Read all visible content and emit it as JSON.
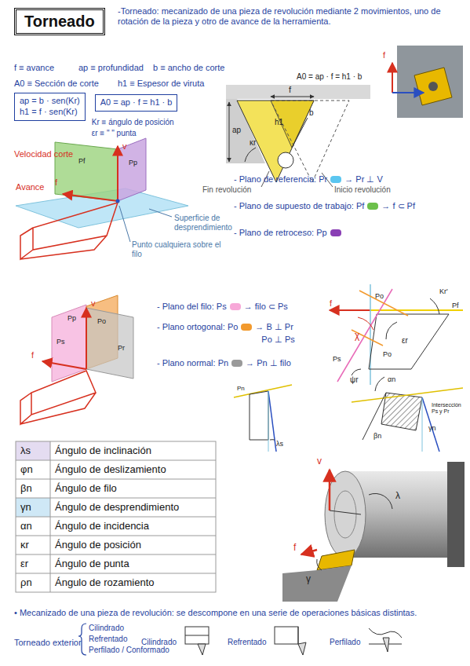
{
  "diagram": {
    "nodes": [
      {
        "text": [
          "Torneado"
        ]
      },
      {
        "text": [
          "ap = b · sen(Kr)",
          "h1 = f · sen(Kr)"
        ]
      },
      {
        "text": [
          "A0 = ap · f = h1 · b"
        ]
      }
    ],
    "labels": [
      "-Torneado: mecanizado de una pieza de revolución mediante 2 movimientos, uno de rotación de la pieza y otro de avance de la herramienta.",
      "f ≡ avance",
      "ap ≡ profundidad",
      "b ≡ ancho de corte",
      "A0 ≡ Sección de corte",
      "h1 ≡ Espesor de viruta",
      "Kr ≡ ángulo de posición",
      "εr ≡ \" \" punta",
      "A0 = ap · f = h1 · b",
      "f",
      "h1",
      "b",
      "ap",
      "κr",
      "Fin revolución",
      "Inicio revolución",
      "f",
      "Velocidad corte",
      "v",
      "Pf",
      "Pp",
      "Avance",
      "f",
      "Superficie de desprendimiento",
      "Punto cualquiera sobre el filo",
      "- Plano de referencia: Pr",
      "→ Pr ⊥ V",
      "- Plano de supuesto de trabajo: Pf",
      "→ f ⊂ Pf",
      "- Plano de retroceso: Pp",
      "v",
      "Ps",
      "Pp",
      "Po",
      "Pr",
      "f",
      "- Plano del filo: Ps",
      "→ filo ⊂ Ps",
      "- Plano ortogonal: Po",
      "→ B ⊥ Pr",
      "Po ⊥ Ps",
      "- Plano normal: Pn",
      "→ Pn ⊥ filo",
      "f",
      "Po",
      "Kr'",
      "Pf",
      "χ",
      "εr",
      "Ps",
      "Po",
      "ψr",
      "Pn",
      "λs",
      "αn",
      "βn",
      "γn",
      "Intersección Ps y Pr",
      "λs",
      "Ángulo de inclinación",
      "φn",
      "Ángulo de deslizamiento",
      "βn",
      "Ángulo de filo",
      "γn",
      "Ángulo de desprendimiento",
      "αn",
      "Ángulo de incidencia",
      "κr",
      "Ángulo de posición",
      "εr",
      "Ángulo de punta",
      "ρn",
      "Ángulo de rozamiento",
      "v",
      "λ",
      "f",
      "γ",
      "• Mecanizado de una pieza de revolución: se descompone en una serie de operaciones básicas distintas.",
      "Torneado exterior",
      "Cilindrado",
      "Refrentado",
      "Perfilado / Conformado",
      "Cilindrado",
      "Refrentado",
      "Perfilado"
    ]
  }
}
